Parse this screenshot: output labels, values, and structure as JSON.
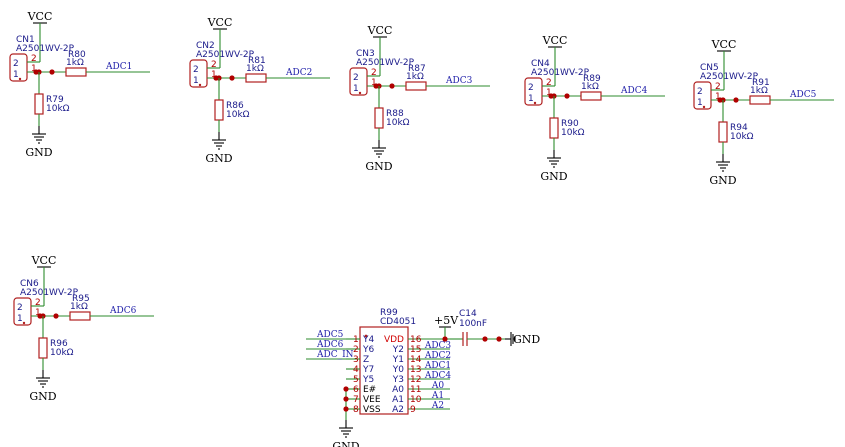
{
  "labels": {
    "vcc": "VCC",
    "gnd": "GND",
    "plus5v": "+5V",
    "pin1": "1",
    "pin2": "2"
  },
  "channels": [
    {
      "cn": "CN1",
      "cn_part": "A2501WV-2P",
      "r_series": "R80",
      "r_series_val": "1kΩ",
      "r_pull": "R79",
      "r_pull_val": "10kΩ",
      "net": "ADC1"
    },
    {
      "cn": "CN2",
      "cn_part": "A2501WV-2P",
      "r_series": "R81",
      "r_series_val": "1kΩ",
      "r_pull": "R86",
      "r_pull_val": "10kΩ",
      "net": "ADC2"
    },
    {
      "cn": "CN3",
      "cn_part": "A2501WV-2P",
      "r_series": "R87",
      "r_series_val": "1kΩ",
      "r_pull": "R88",
      "r_pull_val": "10kΩ",
      "net": "ADC3"
    },
    {
      "cn": "CN4",
      "cn_part": "A2501WV-2P",
      "r_series": "R89",
      "r_series_val": "1kΩ",
      "r_pull": "R90",
      "r_pull_val": "10kΩ",
      "net": "ADC4"
    },
    {
      "cn": "CN5",
      "cn_part": "A2501WV-2P",
      "r_series": "R91",
      "r_series_val": "1kΩ",
      "r_pull": "R94",
      "r_pull_val": "10kΩ",
      "net": "ADC5"
    },
    {
      "cn": "CN6",
      "cn_part": "A2501WV-2P",
      "r_series": "R95",
      "r_series_val": "1kΩ",
      "r_pull": "R96",
      "r_pull_val": "10kΩ",
      "net": "ADC6"
    }
  ],
  "mux": {
    "ref": "R99",
    "part": "CD4051",
    "left_pins": [
      {
        "num": "1",
        "name": "Y4",
        "net": "ADC5"
      },
      {
        "num": "2",
        "name": "Y6",
        "net": "ADC6"
      },
      {
        "num": "3",
        "name": "Z",
        "net": "ADC_IN"
      },
      {
        "num": "4",
        "name": "Y7",
        "net": ""
      },
      {
        "num": "5",
        "name": "Y5",
        "net": ""
      },
      {
        "num": "6",
        "name": "E#",
        "net": ""
      },
      {
        "num": "7",
        "name": "VEE",
        "net": ""
      },
      {
        "num": "8",
        "name": "VSS",
        "net": ""
      }
    ],
    "right_pins": [
      {
        "num": "16",
        "name": "VDD",
        "net": ""
      },
      {
        "num": "15",
        "name": "Y2",
        "net": "ADC3"
      },
      {
        "num": "14",
        "name": "Y1",
        "net": "ADC2"
      },
      {
        "num": "13",
        "name": "Y0",
        "net": "ADC1"
      },
      {
        "num": "12",
        "name": "Y3",
        "net": "ADC4"
      },
      {
        "num": "11",
        "name": "A0",
        "net": "A0"
      },
      {
        "num": "10",
        "name": "A1",
        "net": "A1"
      },
      {
        "num": "9",
        "name": "A2",
        "net": "A2"
      }
    ]
  },
  "cap": {
    "ref": "C14",
    "value": "100nF"
  }
}
